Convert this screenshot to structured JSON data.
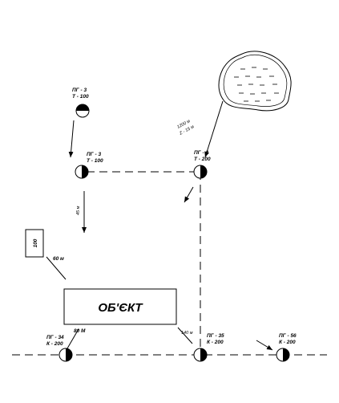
{
  "hydrants": [
    {
      "id": "pg3-top",
      "code": "ПГ - 3",
      "spec": "Т - 100"
    },
    {
      "id": "pg3-mid",
      "code": "ПГ - 3",
      "spec": "Т - 100"
    },
    {
      "id": "pg2",
      "code": "ПГ - 2",
      "spec": "Т - 200"
    },
    {
      "id": "pg34",
      "code": "ПГ - 34",
      "spec": "К - 200"
    },
    {
      "id": "pg35",
      "code": "ПГ - 35",
      "spec": "К - 200"
    },
    {
      "id": "pg56",
      "code": "ПГ - 56",
      "spec": "К - 200"
    }
  ],
  "object_label": "ОБ'ЄКТ",
  "small_box_label": "100",
  "distances": {
    "pond_line1": "1200 м",
    "pond_line2": "Z - 15 м",
    "left_vertical": "45 м",
    "left_diag": "60 м",
    "bottom_left": "80 М",
    "bottom_right": "140 м"
  }
}
